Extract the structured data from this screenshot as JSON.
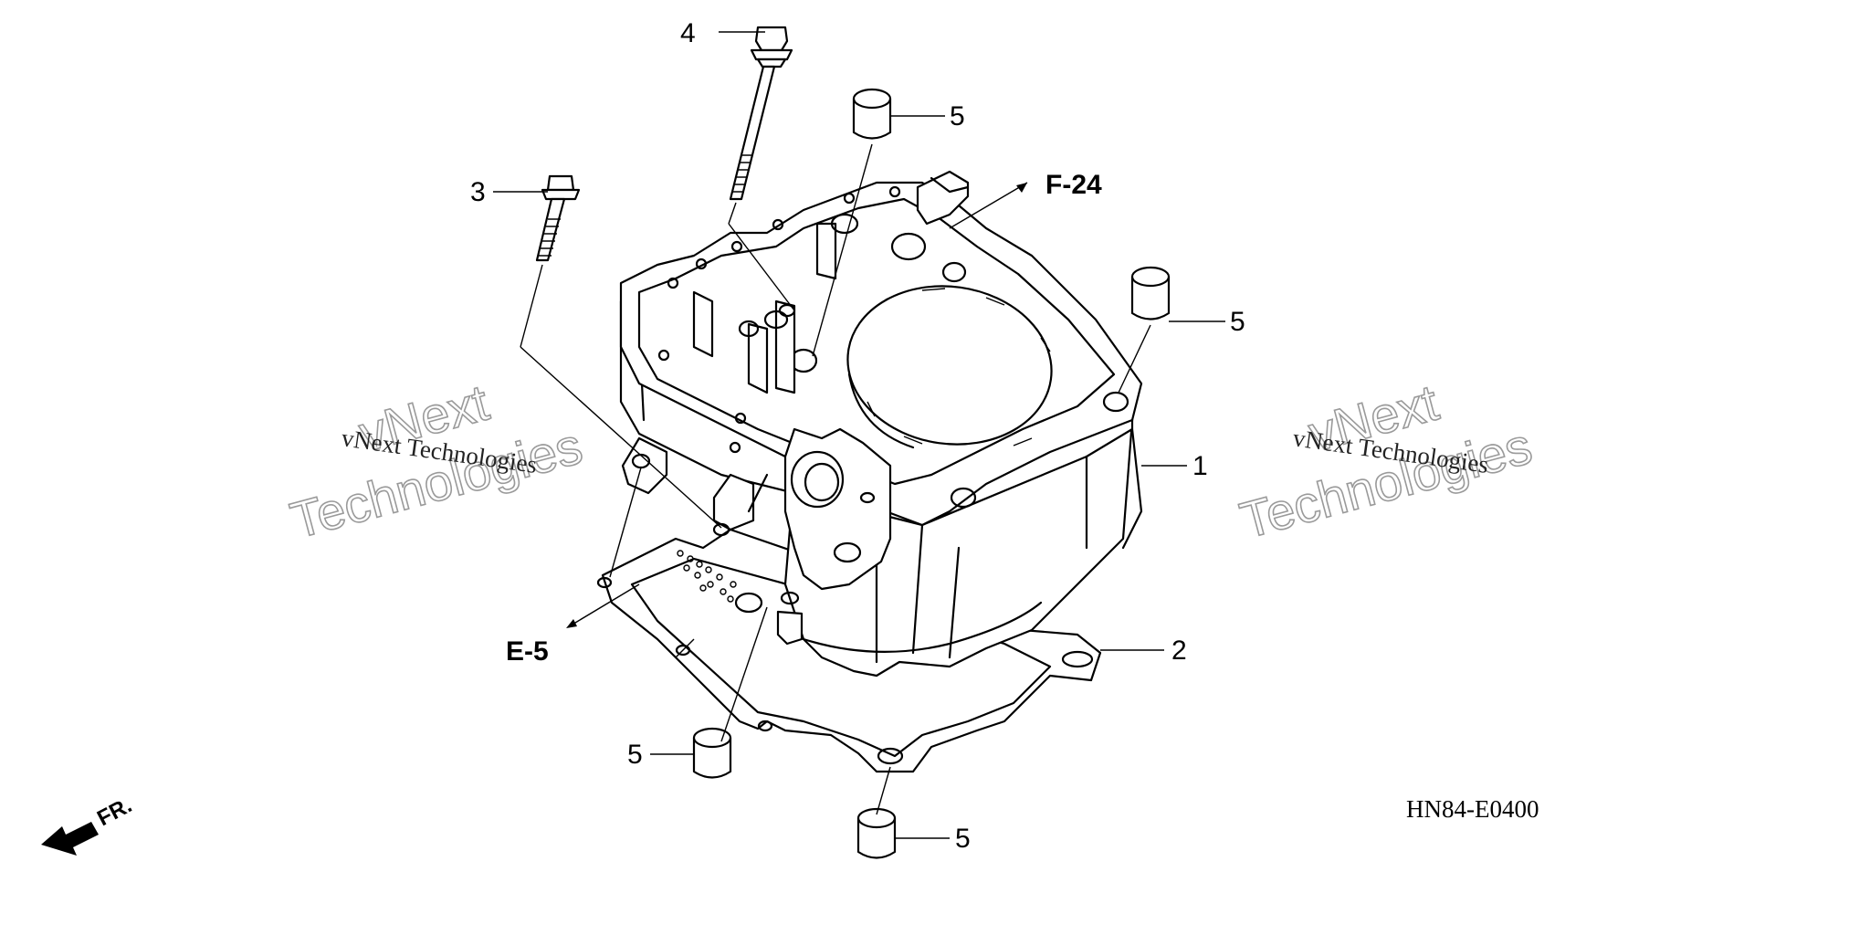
{
  "diagram": {
    "callouts": {
      "part1": "1",
      "part2": "2",
      "part3": "3",
      "part4": "4",
      "part5": "5"
    },
    "references": {
      "top": "F-24",
      "left": "E-5"
    },
    "direction_label": "FR.",
    "diagram_code": "HN84-E0400"
  },
  "watermark": {
    "line1": "vNext Technologies",
    "big1": "vNext",
    "big2": "Technologies"
  }
}
